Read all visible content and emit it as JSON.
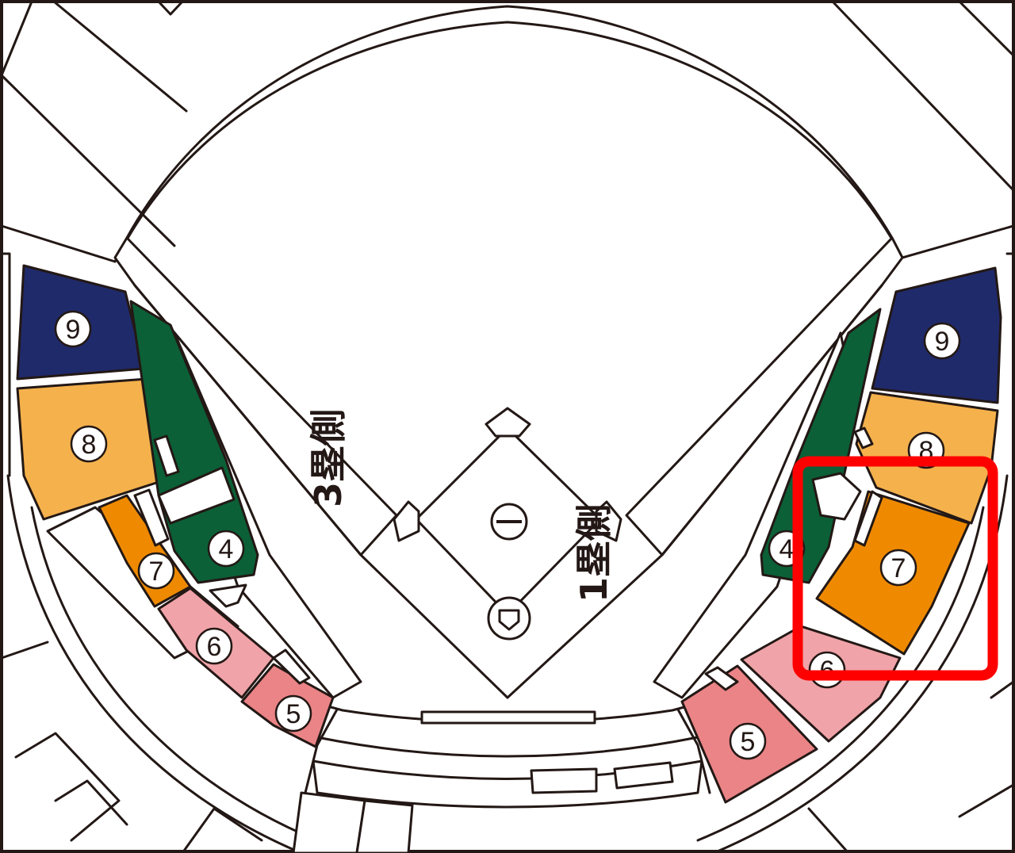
{
  "labels": {
    "third_base_side": "3塁側",
    "first_base_side": "1塁側"
  },
  "sections": {
    "third": {
      "s9": "9",
      "s8": "8",
      "s4": "4",
      "s7": "7",
      "s6": "6",
      "s5": "5"
    },
    "first": {
      "s9": "9",
      "s8": "8",
      "s4": "4",
      "s7": "7",
      "s6": "6",
      "s5": "5"
    }
  },
  "colors": {
    "section_9": "#1f2a6b",
    "section_8": "#f5b14c",
    "section_4": "#0b6037",
    "section_7": "#ef8a00",
    "section_6": "#f0a3a8",
    "section_5": "#ea8486",
    "highlight": "#ff0000",
    "line": "#231815"
  },
  "highlighted_section": "first.s7"
}
